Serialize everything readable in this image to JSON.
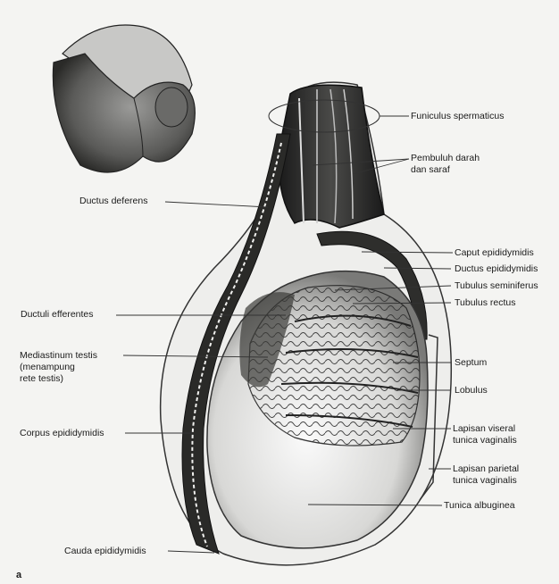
{
  "figure_letter": "a",
  "labels": {
    "funiculus": "Funiculus spermaticus",
    "pembuluh": "Pembuluh darah\ndan saraf",
    "ductus_deferens": "Ductus deferens",
    "caput": "Caput epididymidis",
    "ductus_epididymidis": "Ductus epididymidis",
    "tubulus_seminiferus": "Tubulus seminiferus",
    "tubulus_rectus": "Tubulus rectus",
    "ductuli_efferentes": "Ductuli efferentes",
    "mediastinum": "Mediastinum testis\n(menampung\nrete testis)",
    "septum": "Septum",
    "lobulus": "Lobulus",
    "lapisan_viseral": "Lapisan viseral\ntunica vaginalis",
    "corpus": "Corpus epididymidis",
    "lapisan_parietal": "Lapisan parietal\ntunica vaginalis",
    "tunica_albuginea": "Tunica albuginea",
    "cauda": "Cauda epididymidis"
  }
}
